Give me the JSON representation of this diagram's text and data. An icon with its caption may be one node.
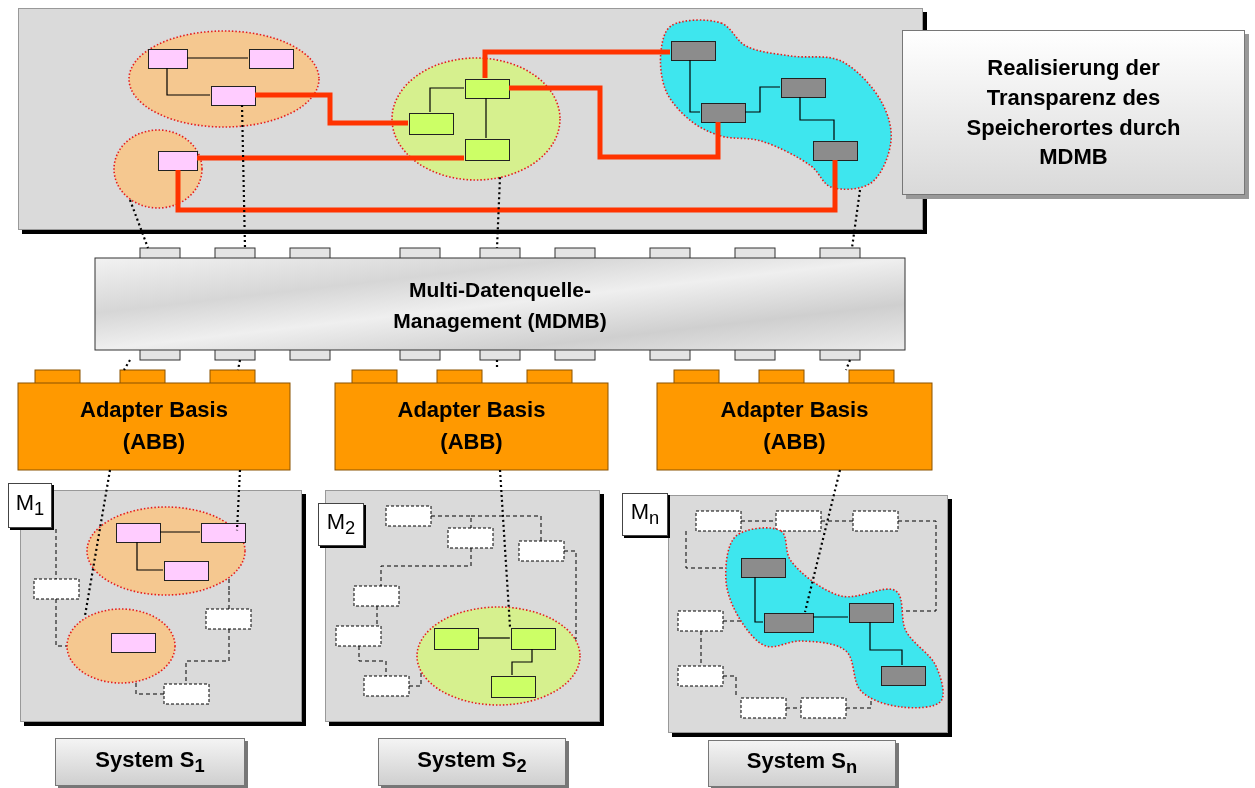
{
  "diagram": {
    "nodes": [
      {
        "text": [],
        "shape": "box"
      },
      {
        "text": [],
        "shape": "ellipse",
        "in": 0
      },
      {
        "text": [],
        "shape": "box",
        "in": 1
      },
      {
        "text": [],
        "shape": "box",
        "in": 1
      },
      {
        "text": [],
        "shape": "box",
        "in": 1
      },
      {
        "text": [],
        "shape": "ellipse",
        "in": 0
      },
      {
        "text": [],
        "shape": "box",
        "in": 5
      },
      {
        "text": [],
        "shape": "ellipse",
        "in": 0
      },
      {
        "text": [],
        "shape": "box",
        "in": 7
      },
      {
        "text": [],
        "shape": "box",
        "in": 7
      },
      {
        "text": [],
        "shape": "box",
        "in": 7
      },
      {
        "text": [],
        "shape": "cloud",
        "in": 0
      },
      {
        "text": [],
        "shape": "box",
        "in": 11
      },
      {
        "text": [],
        "shape": "box",
        "in": 11
      },
      {
        "text": [],
        "shape": "box",
        "in": 11
      },
      {
        "text": [],
        "shape": "box",
        "in": 11
      },
      {
        "text": [
          "Realisierung der Transparenz des Speicherortes durch MDMB"
        ]
      },
      {
        "text": [
          "Multi-Datenquelle- Management (MDMB)"
        ]
      },
      {
        "text": [
          "Adapter Basis (ABB)"
        ]
      },
      {
        "text": [
          "Adapter Basis (ABB)"
        ]
      },
      {
        "text": [
          "Adapter Basis (ABB)"
        ]
      },
      {
        "text": [],
        "shape": "box"
      },
      {
        "text": [],
        "shape": "ellipse",
        "in": 21
      },
      {
        "text": [],
        "shape": "box",
        "in": 22
      },
      {
        "text": [],
        "shape": "box",
        "in": 22
      },
      {
        "text": [],
        "shape": "box",
        "in": 22
      },
      {
        "text": [],
        "shape": "ellipse",
        "in": 21
      },
      {
        "text": [],
        "shape": "box",
        "in": 26
      },
      {
        "text": [],
        "shape": "box"
      },
      {
        "text": [],
        "shape": "ellipse",
        "in": 28
      },
      {
        "text": [],
        "shape": "box",
        "in": 29
      },
      {
        "text": [],
        "shape": "box",
        "in": 29
      },
      {
        "text": [],
        "shape": "box",
        "in": 29
      },
      {
        "text": [],
        "shape": "box"
      },
      {
        "text": [],
        "shape": "cloud",
        "in": 33
      },
      {
        "text": [],
        "shape": "box",
        "in": 34
      },
      {
        "text": [],
        "shape": "box",
        "in": 34
      },
      {
        "text": [],
        "shape": "box",
        "in": 34
      },
      {
        "text": [],
        "shape": "box",
        "in": 34
      },
      {
        "text": [
          "M$_{1}$"
        ]
      },
      {
        "text": [
          "M$_{2}$"
        ]
      },
      {
        "text": [
          "M$_{n}$"
        ]
      },
      {
        "text": [
          "System S$_{1}$"
        ]
      },
      {
        "text": [
          "System S$_{2}$"
        ]
      },
      {
        "text": [
          "System S$_{n}$"
        ]
      }
    ],
    "edges": [
      {
        "from": 4,
        "to": 9,
        "arrow": "none",
        "style": "thick",
        "color": "#ff3300"
      },
      {
        "from": 6,
        "to": 10,
        "arrow": "none",
        "style": "thick",
        "color": "#ff3300"
      },
      {
        "from": 6,
        "to": 15,
        "arrow": "none",
        "style": "thick",
        "color": "#ff3300"
      },
      {
        "from": 8,
        "to": 12,
        "arrow": "none",
        "style": "thick",
        "color": "#ff3300"
      },
      {
        "from": 8,
        "to": 13,
        "arrow": "none",
        "style": "thick",
        "color": "#ff3300"
      },
      {
        "from": 2,
        "to": 3,
        "arrow": "none"
      },
      {
        "from": 2,
        "to": 4,
        "arrow": "none"
      },
      {
        "from": 8,
        "to": 9,
        "arrow": "none"
      },
      {
        "from": 8,
        "to": 10,
        "arrow": "none"
      },
      {
        "from": 12,
        "to": 13,
        "arrow": "none"
      },
      {
        "from": 13,
        "to": 14,
        "arrow": "none"
      },
      {
        "from": 14,
        "to": 15,
        "arrow": "none"
      },
      {
        "from": 23,
        "to": 24,
        "arrow": "none"
      },
      {
        "from": 23,
        "to": 25,
        "arrow": "none"
      },
      {
        "from": 30,
        "to": 31,
        "arrow": "none"
      },
      {
        "from": 31,
        "to": 32,
        "arrow": "none"
      },
      {
        "from": 35,
        "to": 36,
        "arrow": "none"
      },
      {
        "from": 36,
        "to": 37,
        "arrow": "none"
      },
      {
        "from": 37,
        "to": 38,
        "arrow": "none"
      },
      {
        "from": 5,
        "to": 17,
        "arrow": "none",
        "style": "dashed"
      },
      {
        "from": 4,
        "to": 17,
        "arrow": "none",
        "style": "dashed"
      },
      {
        "from": 7,
        "to": 17,
        "arrow": "none",
        "style": "dashed"
      },
      {
        "from": 11,
        "to": 17,
        "arrow": "none",
        "style": "dashed"
      },
      {
        "from": 17,
        "to": 18,
        "arrow": "none",
        "style": "dashed"
      },
      {
        "from": 17,
        "to": 18,
        "arrow": "none",
        "style": "dashed"
      },
      {
        "from": 17,
        "to": 19,
        "arrow": "none",
        "style": "dashed"
      },
      {
        "from": 17,
        "to": 20,
        "arrow": "none",
        "style": "dashed"
      },
      {
        "from": 18,
        "to": 26,
        "arrow": "none",
        "style": "dashed"
      },
      {
        "from": 18,
        "to": 22,
        "arrow": "none",
        "style": "dashed"
      },
      {
        "from": 19,
        "to": 31,
        "arrow": "none",
        "style": "dashed"
      },
      {
        "from": 20,
        "to": 36,
        "arrow": "none",
        "style": "dashed"
      }
    ]
  }
}
